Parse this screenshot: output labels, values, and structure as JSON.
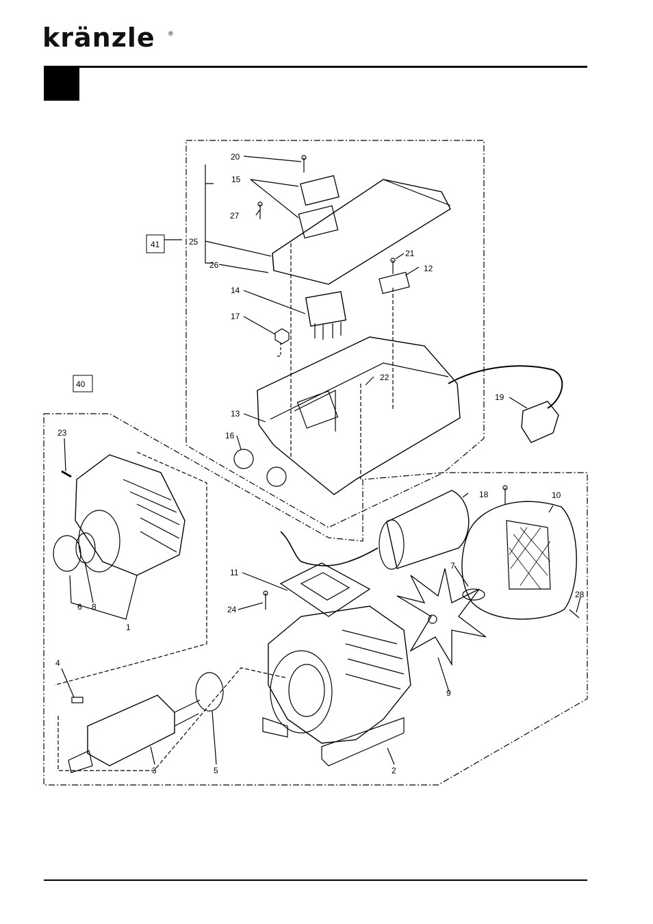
{
  "brand": {
    "logo_text": "kränzle",
    "registered_mark": "®"
  },
  "groups": [
    {
      "id": "g40",
      "text": "40"
    },
    {
      "id": "g41",
      "text": "41"
    }
  ],
  "callouts": [
    {
      "id": "c20",
      "text": "20"
    },
    {
      "id": "c15",
      "text": "15"
    },
    {
      "id": "c27",
      "text": "27"
    },
    {
      "id": "c25",
      "text": "25"
    },
    {
      "id": "c26",
      "text": "26"
    },
    {
      "id": "c21",
      "text": "21"
    },
    {
      "id": "c12",
      "text": "12"
    },
    {
      "id": "c14",
      "text": "14"
    },
    {
      "id": "c17",
      "text": "17"
    },
    {
      "id": "c22",
      "text": "22"
    },
    {
      "id": "c19",
      "text": "19"
    },
    {
      "id": "c13",
      "text": "13"
    },
    {
      "id": "c16",
      "text": "16"
    },
    {
      "id": "c23",
      "text": "23"
    },
    {
      "id": "c18",
      "text": "18"
    },
    {
      "id": "c10",
      "text": "10"
    },
    {
      "id": "c11",
      "text": "11"
    },
    {
      "id": "c7",
      "text": "7"
    },
    {
      "id": "c24",
      "text": "24"
    },
    {
      "id": "c28",
      "text": "28"
    },
    {
      "id": "c6",
      "text": "6"
    },
    {
      "id": "c8",
      "text": "8"
    },
    {
      "id": "c1",
      "text": "1"
    },
    {
      "id": "c9",
      "text": "9"
    },
    {
      "id": "c4",
      "text": "4"
    },
    {
      "id": "c3",
      "text": "3"
    },
    {
      "id": "c5",
      "text": "5"
    },
    {
      "id": "c2",
      "text": "2"
    }
  ]
}
